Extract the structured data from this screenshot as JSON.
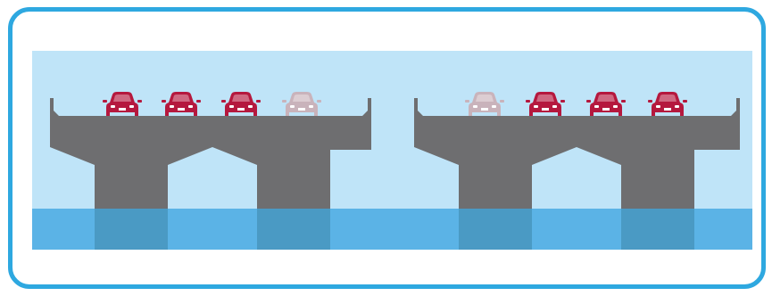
{
  "colors": {
    "frame_border": "#2ea8e0",
    "sky": "#bfe4f8",
    "water": "#5bb3e6",
    "water_submerged_pier": "#4a9ac4",
    "concrete": "#6e6e70",
    "car_active": "#b5183e",
    "car_faded": "#c9b3bb",
    "headlight": "#ffffff"
  },
  "bridges": [
    {
      "label": "bridge-left",
      "cars": [
        {
          "state": "active"
        },
        {
          "state": "active"
        },
        {
          "state": "active"
        },
        {
          "state": "faded"
        }
      ]
    },
    {
      "label": "bridge-right",
      "cars": [
        {
          "state": "faded"
        },
        {
          "state": "active"
        },
        {
          "state": "active"
        },
        {
          "state": "active"
        }
      ]
    }
  ]
}
